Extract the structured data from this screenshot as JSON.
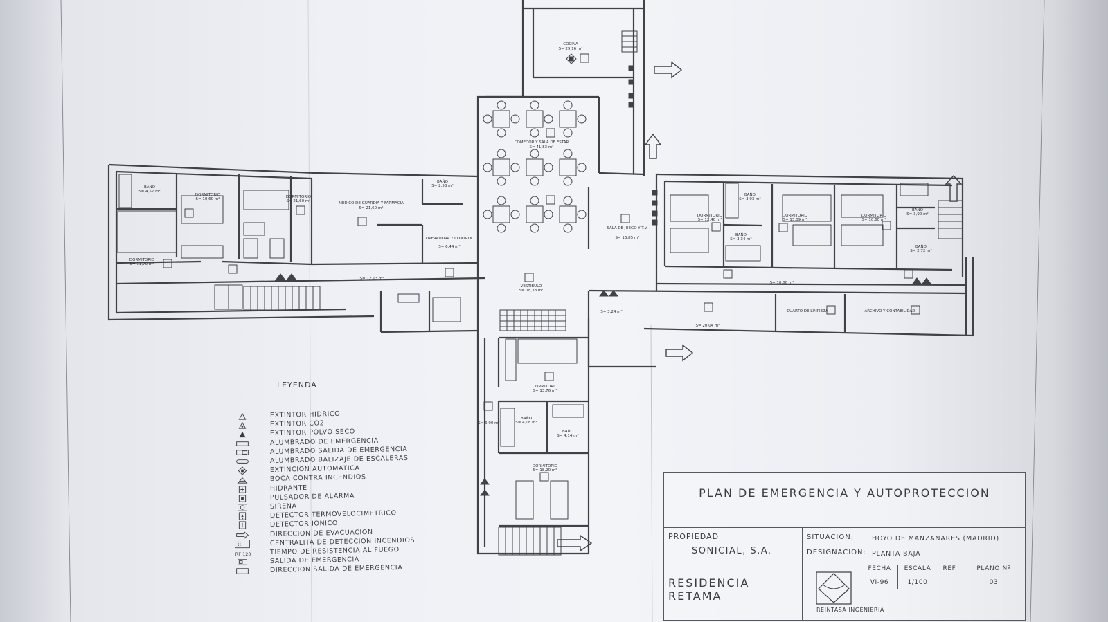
{
  "room_labels": {
    "cocina": "COCINA",
    "cocina_area": "S= 29,16 m²",
    "comedor": "COMEDOR Y SALA DE ESTAR",
    "comedor_area": "S= 41,83 m²",
    "bano1": "BAÑO",
    "bano1_area": "S= 4,57 m²",
    "dorm1": "DORMITORIO",
    "dorm1_area": "S= 10,60 m²",
    "dorm2": "DORMITORIO",
    "dorm2_area": "S= 21,60 m²",
    "medico": "MEDICO DE GUARDIA Y FARMACIA",
    "medico_area": "S= 21,60 m²",
    "bano2": "BAÑO",
    "bano2_area": "S= 2,53 m²",
    "operadora": "OPERADORA Y CONTROL",
    "operadora_area": "S= 6,44 m²",
    "dorm3": "DORMITORIO",
    "dorm3_area": "S= 11,70 m²",
    "pasillo1_area": "S= 12,13 m²",
    "vestibulo": "VESTIBULO",
    "vestibulo_area": "S= 18,38 m²",
    "sala_juego": "SALA DE JUEGO Y T.V.",
    "sala_juego_area": "S= 16,85 m²",
    "dorm4": "DORMITORIO",
    "dorm4_area": "S= 12,40 m²",
    "bano3": "BAÑO",
    "bano3_area": "S= 3,93 m²",
    "bano4": "BAÑO",
    "bano4_area": "S= 3,34 m²",
    "dorm5": "DORMITORIO",
    "dorm5_area": "S= 13,09 m²",
    "dorm6": "DORMITORIO",
    "dorm6_area": "S= 10,60 m²",
    "bano5": "BAÑO",
    "bano5_area": "S= 3,90 m²",
    "bano6": "BAÑO",
    "bano6_area": "S= 2,72 m²",
    "pasillo2_area": "S= 10,80 m²",
    "hall_area": "S= 3,24 m²",
    "pasillo3_area": "S= 20,04 m²",
    "cuarto_limpieza": "CUARTO DE LIMPIEZA",
    "archivo": "ARCHIVO Y CONTABILIDAD",
    "dorm7": "DORMITORIO",
    "dorm7_area": "S= 13,76 m²",
    "pasillo4_area": "S= 6,90 m²",
    "bano7": "BAÑO",
    "bano7_area": "S= 4,08 m²",
    "bano8": "BAÑO",
    "bano8_area": "S= 4,14 m²",
    "dorm8": "DORMITORIO",
    "dorm8_area": "S= 18,20 m²"
  },
  "legend": {
    "title": "LEYENDA",
    "items": [
      {
        "label": "EXTINTOR HIDRICO",
        "icon": "extinguisher-water-icon"
      },
      {
        "label": "EXTINTOR CO2",
        "icon": "extinguisher-co2-icon"
      },
      {
        "label": "EXTINTOR POLVO SECO",
        "icon": "extinguisher-powder-icon"
      },
      {
        "label": "ALUMBRADO DE EMERGENCIA",
        "icon": "emergency-light-icon"
      },
      {
        "label": "ALUMBRADO SALIDA DE EMERGENCIA",
        "icon": "exit-light-icon"
      },
      {
        "label": "ALUMBRADO BALIZAJE DE ESCALERAS",
        "icon": "stair-light-icon"
      },
      {
        "label": "EXTINCION AUTOMATICA",
        "icon": "auto-extinction-icon"
      },
      {
        "label": "BOCA CONTRA INCENDIOS",
        "icon": "fire-hose-icon"
      },
      {
        "label": "HIDRANTE",
        "icon": "hydrant-icon"
      },
      {
        "label": "PULSADOR DE ALARMA",
        "icon": "alarm-button-icon"
      },
      {
        "label": "SIRENA",
        "icon": "siren-icon"
      },
      {
        "label": "DETECTOR TERMOVELOCIMETRICO",
        "icon": "heat-detector-icon"
      },
      {
        "label": "DETECTOR IONICO",
        "icon": "ionic-detector-icon"
      },
      {
        "label": "DIRECCION DE EVACUACION",
        "icon": "evacuation-arrow-icon"
      },
      {
        "label": "CENTRALITA DE DETECCION INCENDIOS",
        "icon": "fire-panel-icon"
      },
      {
        "label": "TIEMPO DE RESISTENCIA AL FUEGO",
        "icon": "fire-resistance-icon"
      },
      {
        "label": "SALIDA DE EMERGENCIA",
        "icon": "emergency-exit-icon"
      },
      {
        "label": "DIRECCION SALIDA DE EMERGENCIA",
        "icon": "exit-direction-icon"
      }
    ],
    "rf_label": "RF 120"
  },
  "title_block": {
    "title": "PLAN DE EMERGENCIA Y AUTOPROTECCION",
    "propiedad_label": "PROPIEDAD",
    "propiedad_value": "SONICIAL, S.A.",
    "situacion_label": "SITUACION:",
    "situacion_value": "HOYO DE MANZANARES (MADRID)",
    "designacion_label": "DESIGNACION:",
    "designacion_value": "PLANTA BAJA",
    "name": "RESIDENCIA RETAMA",
    "fecha_label": "FECHA",
    "escala_label": "ESCALA",
    "ref_label": "REF.",
    "plano_label": "PLANO Nº",
    "fecha_value": "VI-96",
    "escala_value": "1/100",
    "ref_value": "",
    "plano_value": "03",
    "logo_text": "REINTASA INGENIERIA"
  },
  "colors": {
    "line": "#3f4249",
    "paper": "#eef0f5"
  }
}
